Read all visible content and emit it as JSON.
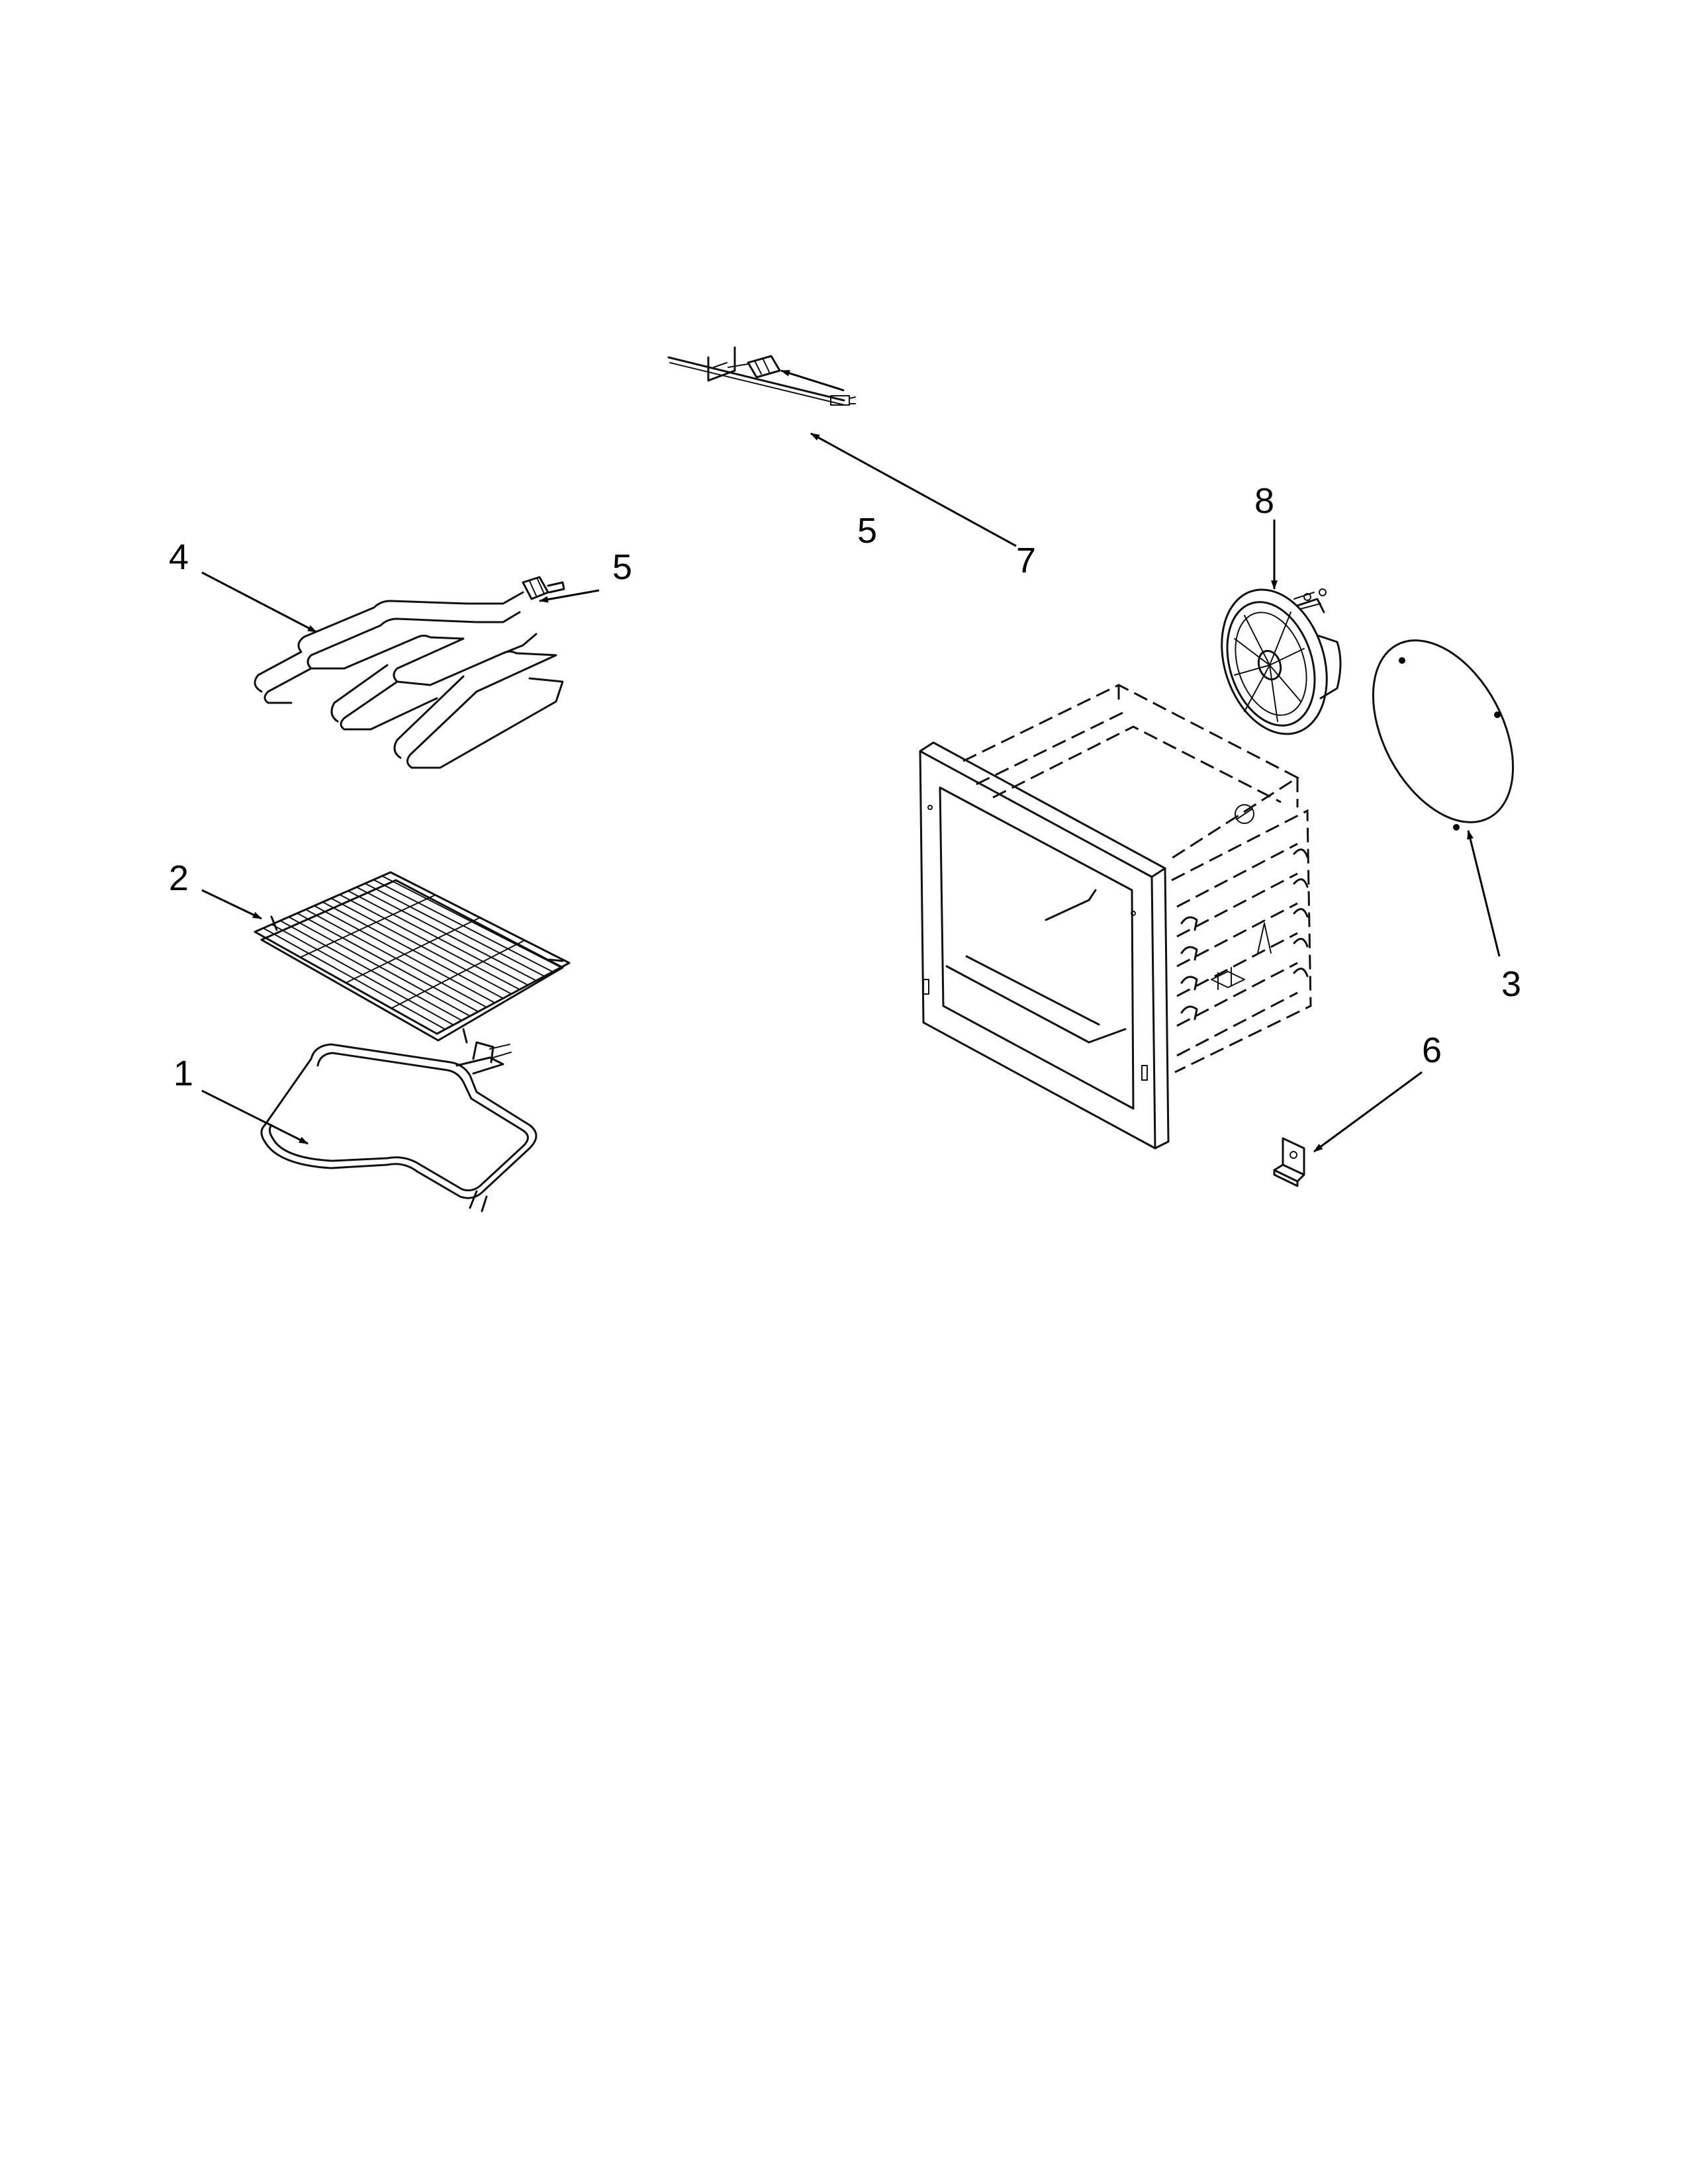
{
  "callouts": {
    "1": "1",
    "2": "2",
    "3": "3",
    "4": "4",
    "5a": "5",
    "5b": "5",
    "6": "6",
    "7": "7",
    "8": "8"
  }
}
